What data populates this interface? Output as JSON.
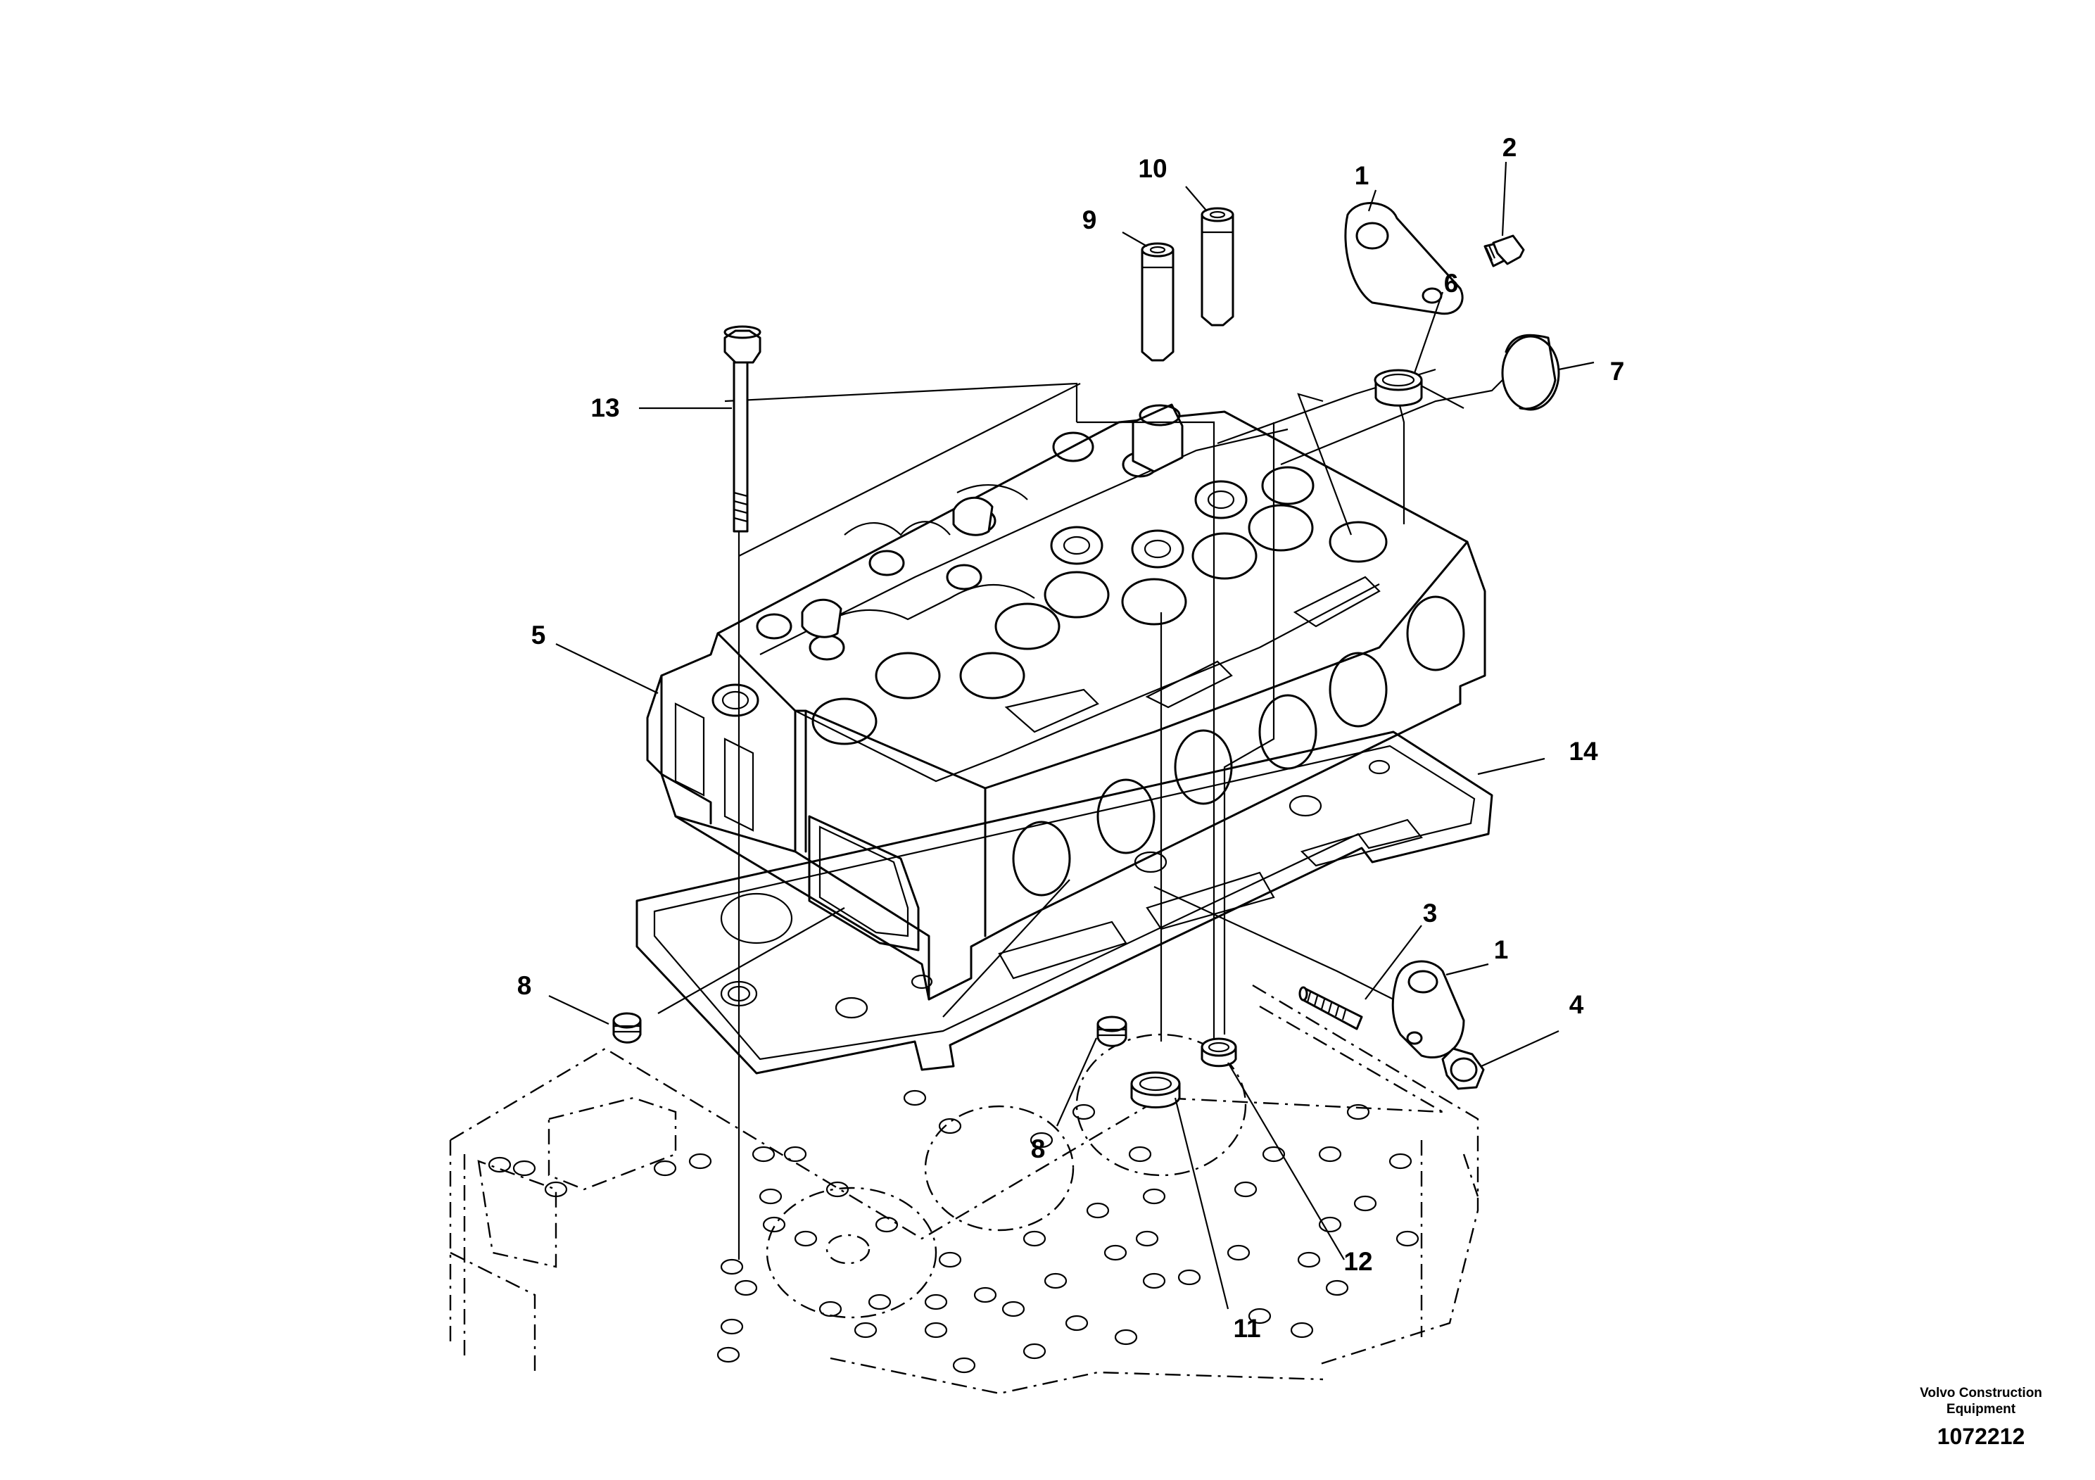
{
  "callouts": {
    "c1a": "1",
    "c2": "2",
    "c3": "3",
    "c1b": "1",
    "c4": "4",
    "c5": "5",
    "c6": "6",
    "c7": "7",
    "c8a": "8",
    "c8b": "8",
    "c9": "9",
    "c10": "10",
    "c11": "11",
    "c12": "12",
    "c13": "13",
    "c14": "14"
  },
  "title_block": {
    "company_line1": "Volvo Construction",
    "company_line2": "Equipment",
    "drawing_number": "1072212"
  }
}
